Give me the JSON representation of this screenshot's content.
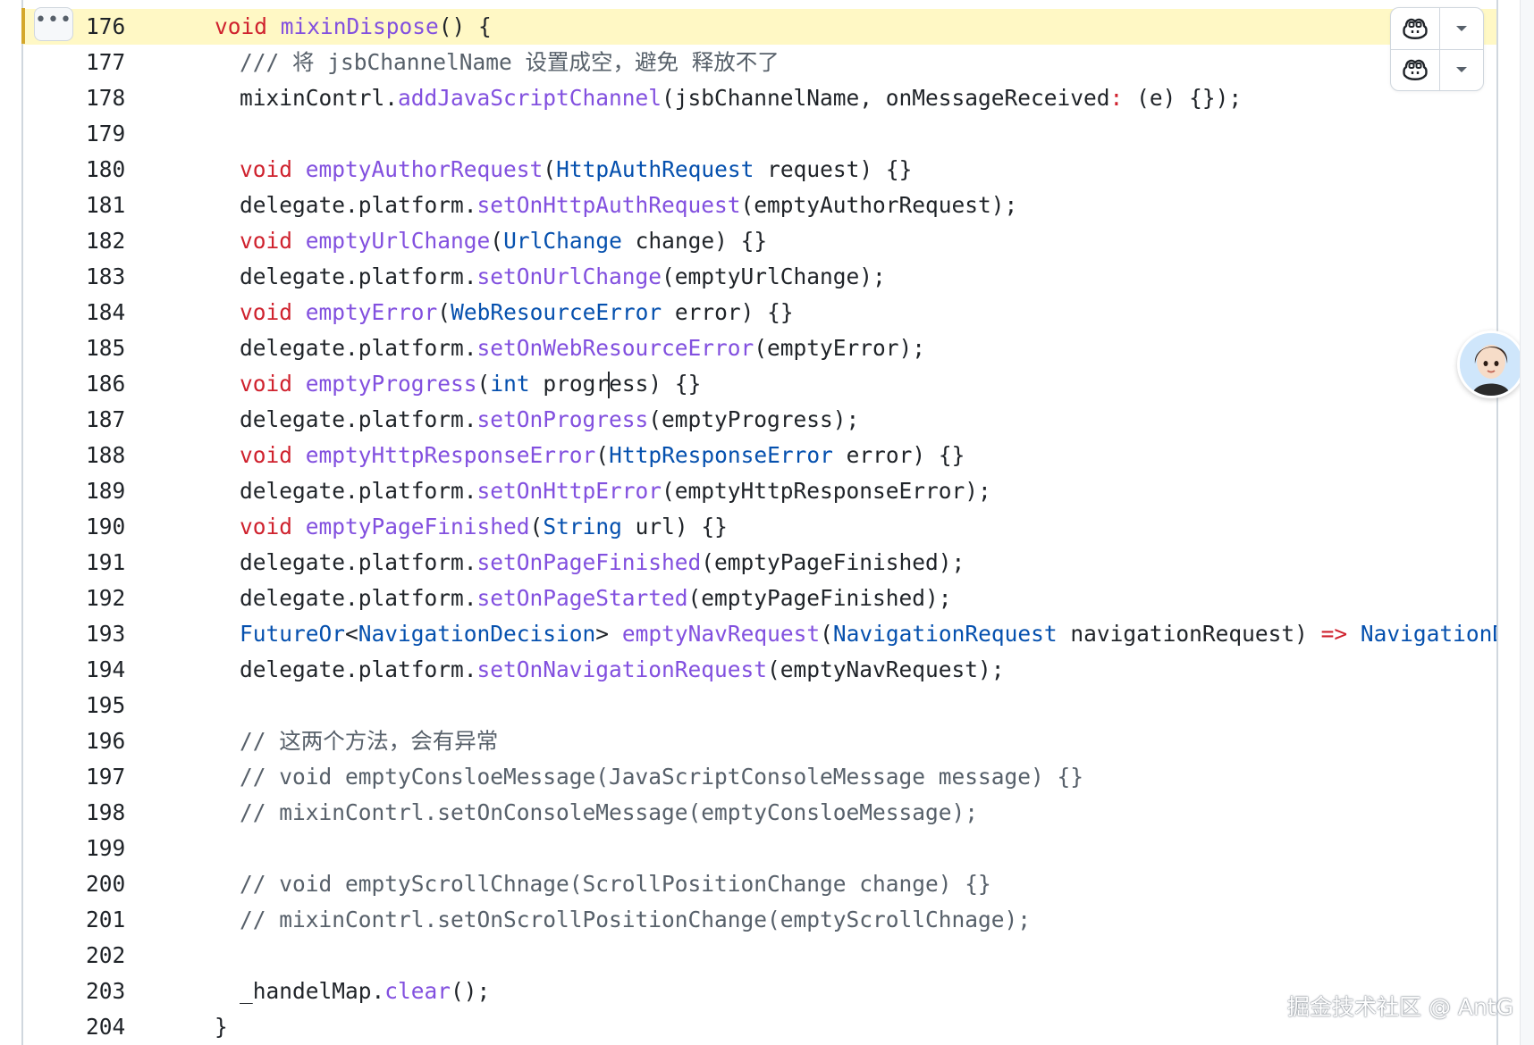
{
  "toolbar": {
    "more_label": "•••",
    "copilot_icon_1": "copilot-icon",
    "copilot_icon_2": "copilot-icon",
    "dropdown_icon": "caret-down-icon"
  },
  "highlighted_line": 176,
  "lines": [
    {
      "n": "176",
      "indent": 0,
      "parts": [
        [
          "kw",
          "void"
        ],
        [
          "pl",
          " "
        ],
        [
          "fn",
          "mixinDispose"
        ],
        [
          "pl",
          "() {"
        ]
      ]
    },
    {
      "n": "177",
      "indent": 1,
      "parts": [
        [
          "cm",
          "/// 将 jsbChannelName 设置成空，避免 释放不了"
        ]
      ]
    },
    {
      "n": "178",
      "indent": 1,
      "parts": [
        [
          "pl",
          "mixinContrl."
        ],
        [
          "fn",
          "addJavaScriptChannel"
        ],
        [
          "pl",
          "(jsbChannelName, onMessageReceived"
        ],
        [
          "op",
          ":"
        ],
        [
          "pl",
          " (e) {});"
        ]
      ]
    },
    {
      "n": "179",
      "indent": 1,
      "parts": []
    },
    {
      "n": "180",
      "indent": 1,
      "parts": [
        [
          "kw",
          "void"
        ],
        [
          "pl",
          " "
        ],
        [
          "fn",
          "emptyAuthorRequest"
        ],
        [
          "pl",
          "("
        ],
        [
          "ty",
          "HttpAuthRequest"
        ],
        [
          "pl",
          " request) {}"
        ]
      ]
    },
    {
      "n": "181",
      "indent": 1,
      "parts": [
        [
          "pl",
          "delegate.platform."
        ],
        [
          "fn",
          "setOnHttpAuthRequest"
        ],
        [
          "pl",
          "(emptyAuthorRequest);"
        ]
      ]
    },
    {
      "n": "182",
      "indent": 1,
      "parts": [
        [
          "kw",
          "void"
        ],
        [
          "pl",
          " "
        ],
        [
          "fn",
          "emptyUrlChange"
        ],
        [
          "pl",
          "("
        ],
        [
          "ty",
          "UrlChange"
        ],
        [
          "pl",
          " change) {}"
        ]
      ]
    },
    {
      "n": "183",
      "indent": 1,
      "parts": [
        [
          "pl",
          "delegate.platform."
        ],
        [
          "fn",
          "setOnUrlChange"
        ],
        [
          "pl",
          "(emptyUrlChange);"
        ]
      ]
    },
    {
      "n": "184",
      "indent": 1,
      "parts": [
        [
          "kw",
          "void"
        ],
        [
          "pl",
          " "
        ],
        [
          "fn",
          "emptyError"
        ],
        [
          "pl",
          "("
        ],
        [
          "ty",
          "WebResourceError"
        ],
        [
          "pl",
          " error) {}"
        ]
      ]
    },
    {
      "n": "185",
      "indent": 1,
      "parts": [
        [
          "pl",
          "delegate.platform."
        ],
        [
          "fn",
          "setOnWebResourceError"
        ],
        [
          "pl",
          "(emptyError);"
        ]
      ]
    },
    {
      "n": "186",
      "indent": 1,
      "parts": [
        [
          "kw",
          "void"
        ],
        [
          "pl",
          " "
        ],
        [
          "fn",
          "emptyProgress"
        ],
        [
          "pl",
          "("
        ],
        [
          "ty",
          "int"
        ],
        [
          "pl",
          " progr"
        ],
        [
          "cursor",
          ""
        ],
        [
          "pl",
          "ess) {}"
        ]
      ]
    },
    {
      "n": "187",
      "indent": 1,
      "parts": [
        [
          "pl",
          "delegate.platform."
        ],
        [
          "fn",
          "setOnProgress"
        ],
        [
          "pl",
          "(emptyProgress);"
        ]
      ]
    },
    {
      "n": "188",
      "indent": 1,
      "parts": [
        [
          "kw",
          "void"
        ],
        [
          "pl",
          " "
        ],
        [
          "fn",
          "emptyHttpResponseError"
        ],
        [
          "pl",
          "("
        ],
        [
          "ty",
          "HttpResponseError"
        ],
        [
          "pl",
          " error) {}"
        ]
      ]
    },
    {
      "n": "189",
      "indent": 1,
      "parts": [
        [
          "pl",
          "delegate.platform."
        ],
        [
          "fn",
          "setOnHttpError"
        ],
        [
          "pl",
          "(emptyHttpResponseError);"
        ]
      ]
    },
    {
      "n": "190",
      "indent": 1,
      "parts": [
        [
          "kw",
          "void"
        ],
        [
          "pl",
          " "
        ],
        [
          "fn",
          "emptyPageFinished"
        ],
        [
          "pl",
          "("
        ],
        [
          "ty",
          "String"
        ],
        [
          "pl",
          " url) {}"
        ]
      ]
    },
    {
      "n": "191",
      "indent": 1,
      "parts": [
        [
          "pl",
          "delegate.platform."
        ],
        [
          "fn",
          "setOnPageFinished"
        ],
        [
          "pl",
          "(emptyPageFinished);"
        ]
      ]
    },
    {
      "n": "192",
      "indent": 1,
      "parts": [
        [
          "pl",
          "delegate.platform."
        ],
        [
          "fn",
          "setOnPageStarted"
        ],
        [
          "pl",
          "(emptyPageFinished);"
        ]
      ]
    },
    {
      "n": "193",
      "indent": 1,
      "parts": [
        [
          "ty",
          "FutureOr"
        ],
        [
          "pl",
          "<"
        ],
        [
          "ty",
          "NavigationDecision"
        ],
        [
          "pl",
          "> "
        ],
        [
          "fn",
          "emptyNavRequest"
        ],
        [
          "pl",
          "("
        ],
        [
          "ty",
          "NavigationRequest"
        ],
        [
          "pl",
          " navigationRequest) "
        ],
        [
          "op",
          "=>"
        ],
        [
          "pl",
          " "
        ],
        [
          "ty",
          "NavigationDec"
        ]
      ]
    },
    {
      "n": "194",
      "indent": 1,
      "parts": [
        [
          "pl",
          "delegate.platform."
        ],
        [
          "fn",
          "setOnNavigationRequest"
        ],
        [
          "pl",
          "(emptyNavRequest);"
        ]
      ]
    },
    {
      "n": "195",
      "indent": 1,
      "parts": []
    },
    {
      "n": "196",
      "indent": 1,
      "parts": [
        [
          "cm",
          "// 这两个方法，会有异常"
        ]
      ]
    },
    {
      "n": "197",
      "indent": 1,
      "parts": [
        [
          "cm",
          "// void emptyConsloeMessage(JavaScriptConsoleMessage message) {}"
        ]
      ]
    },
    {
      "n": "198",
      "indent": 1,
      "parts": [
        [
          "cm",
          "// mixinContrl.setOnConsoleMessage(emptyConsloeMessage);"
        ]
      ]
    },
    {
      "n": "199",
      "indent": 1,
      "parts": []
    },
    {
      "n": "200",
      "indent": 1,
      "parts": [
        [
          "cm",
          "// void emptyScrollChnage(ScrollPositionChange change) {}"
        ]
      ]
    },
    {
      "n": "201",
      "indent": 1,
      "parts": [
        [
          "cm",
          "// mixinContrl.setOnScrollPositionChange(emptyScrollChnage);"
        ]
      ]
    },
    {
      "n": "202",
      "indent": 1,
      "parts": []
    },
    {
      "n": "203",
      "indent": 1,
      "parts": [
        [
          "pl",
          "_handelMap."
        ],
        [
          "fn",
          "clear"
        ],
        [
          "pl",
          "();"
        ]
      ]
    },
    {
      "n": "204",
      "indent": 0,
      "parts": [
        [
          "pl",
          "}"
        ]
      ]
    }
  ],
  "watermark": "掘金技术社区 @ AntG",
  "avatar_icon": "user-avatar-icon"
}
